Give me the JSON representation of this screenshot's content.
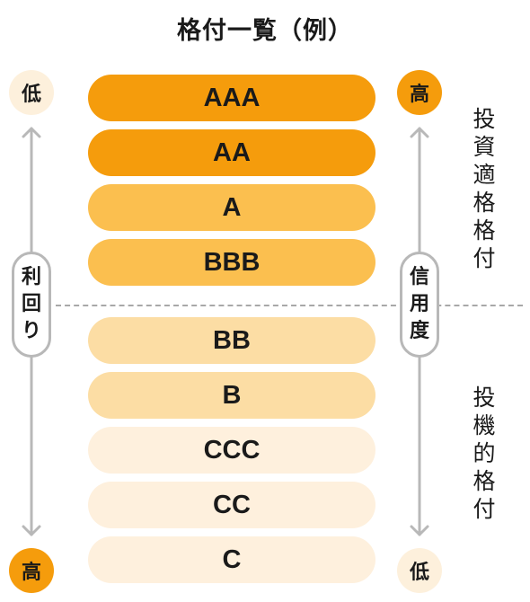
{
  "title": "格付一覧（例）",
  "ratings": [
    {
      "label": "AAA",
      "color": "#f59c0c"
    },
    {
      "label": "AA",
      "color": "#f59c0c"
    },
    {
      "label": "A",
      "color": "#fbbf4f"
    },
    {
      "label": "BBB",
      "color": "#fbbf4f"
    },
    {
      "label": "BB",
      "color": "#fcdda4"
    },
    {
      "label": "B",
      "color": "#fcdda4"
    },
    {
      "label": "CCC",
      "color": "#fef0dd"
    },
    {
      "label": "CC",
      "color": "#fef0dd"
    },
    {
      "label": "C",
      "color": "#fef0dd"
    }
  ],
  "left_axis": {
    "top_label": "低",
    "bottom_label": "高",
    "name_chars": [
      "利",
      "回",
      "り"
    ]
  },
  "right_axis": {
    "top_label": "高",
    "bottom_label": "低",
    "name_chars": [
      "信",
      "用",
      "度"
    ]
  },
  "investment_grade_chars": [
    "投",
    "資",
    "適",
    "格",
    "格",
    "付"
  ],
  "speculative_grade_chars": [
    "投",
    "機",
    "的",
    "格",
    "付"
  ],
  "colors": {
    "circle_strong": "#f59c0c",
    "circle_light": "#fdf0dc",
    "axis_gray": "#b8b8b8"
  }
}
